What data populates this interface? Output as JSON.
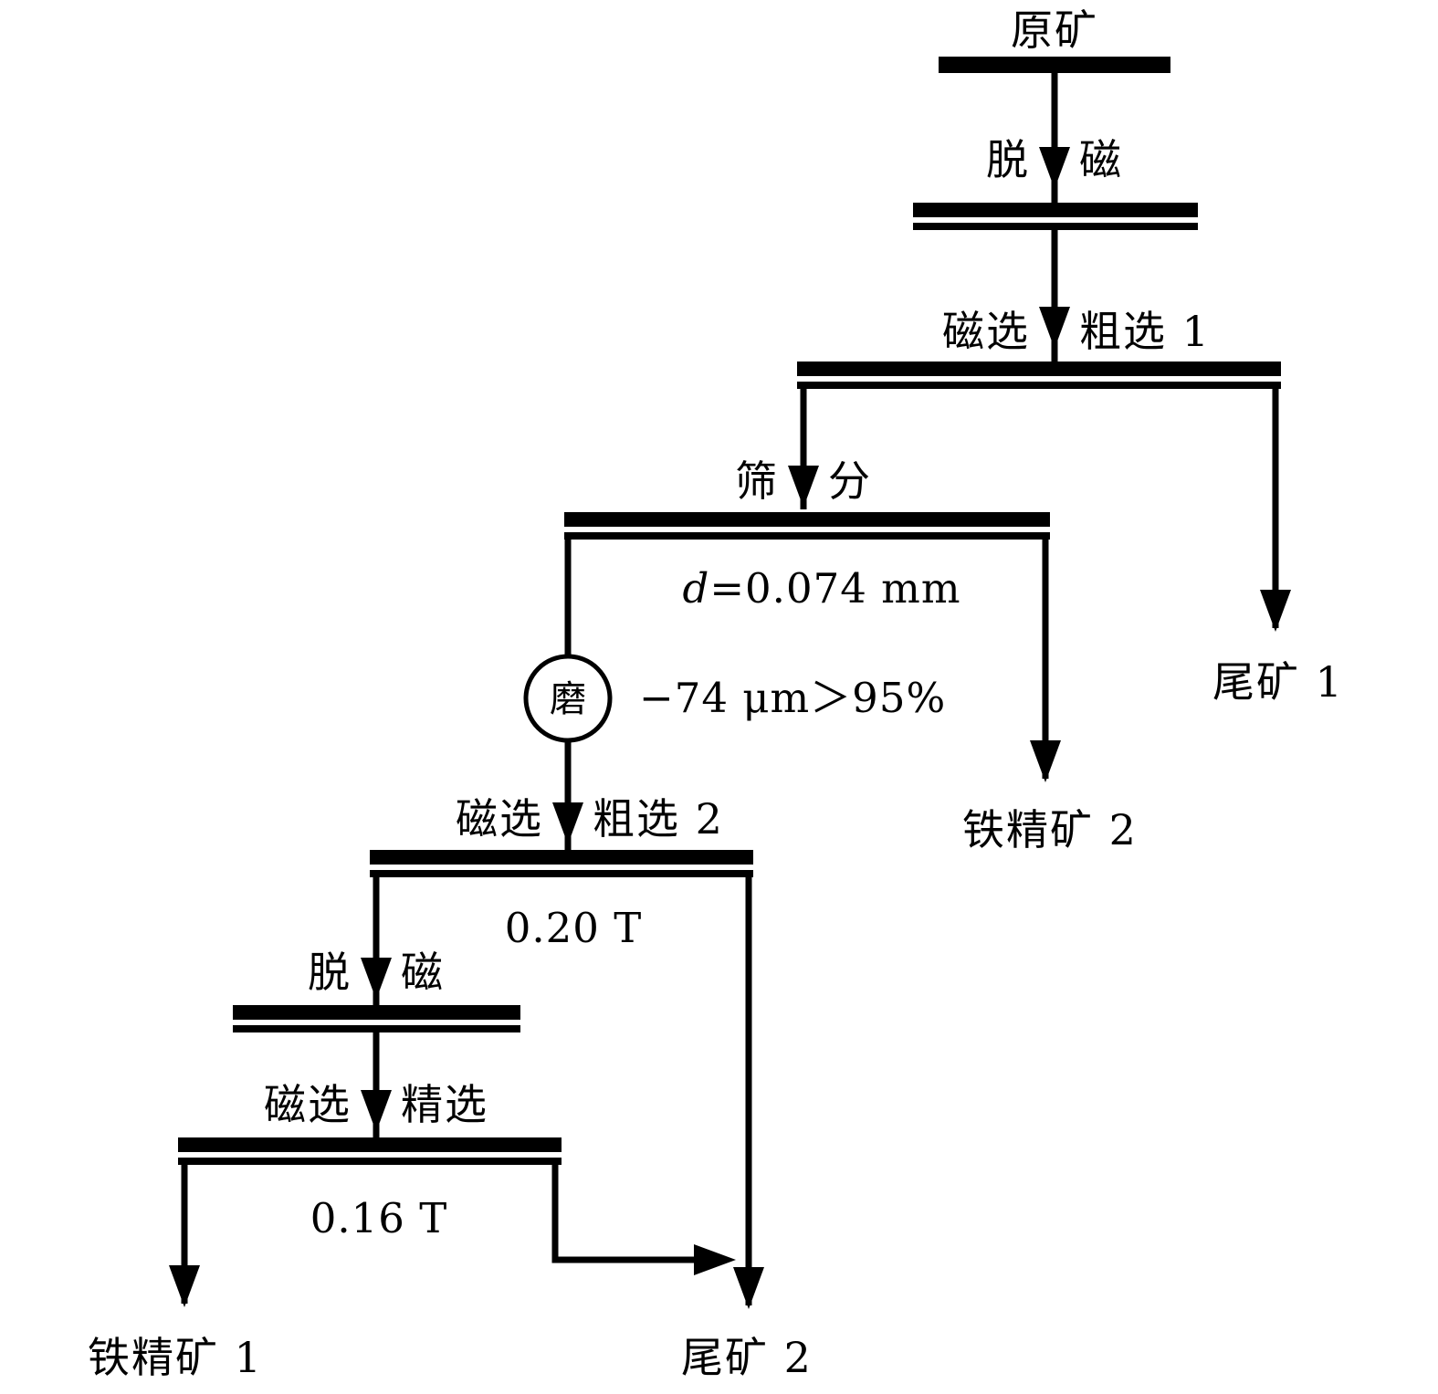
{
  "diagram": {
    "raw_ore": "原矿",
    "stage_demag1": {
      "left": "脱",
      "right": "磁"
    },
    "stage_rough1": {
      "left": "磁选",
      "right": "粗选 1"
    },
    "stage_screen": {
      "left": "筛",
      "right": "分"
    },
    "screen_size_var": "d",
    "screen_size_rest": "=0.074 mm",
    "mill_label": "磨",
    "mill_note": "−74 μm＞95%",
    "tailings1": "尾矿 1",
    "iron_concentrate2": "铁精矿 2",
    "stage_rough2": {
      "left": "磁选",
      "right": "粗选 2"
    },
    "field_rough2": "0.20 T",
    "stage_demag2": {
      "left": "脱",
      "right": "磁"
    },
    "stage_clean": {
      "left": "磁选",
      "right": "精选"
    },
    "field_clean": "0.16 T",
    "iron_concentrate1": "铁精矿 1",
    "tailings2": "尾矿 2",
    "colors": {
      "line": "#000000",
      "background": "#ffffff"
    }
  }
}
